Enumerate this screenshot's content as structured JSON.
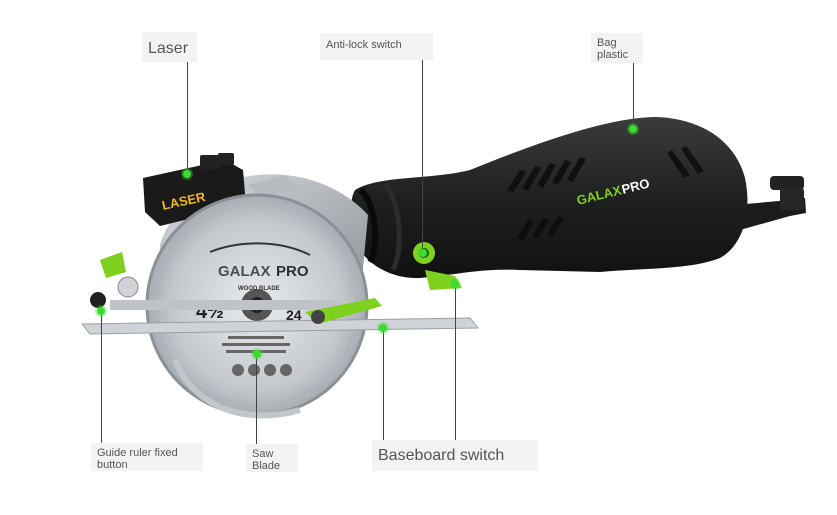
{
  "callouts": {
    "laser": "Laser",
    "anti_lock": "Anti-lock switch",
    "bag": "Bag\nplastic",
    "guide_ruler": "Guide ruler fixed\nbutton",
    "saw_blade": "Saw\nBlade",
    "baseboard": "Baseboard switch"
  },
  "product": {
    "brand_galax": "GALAX",
    "brand_pro": "PRO",
    "laser_text": "LASER",
    "blade_size": "4½",
    "blade_sub": "WOOD BLADE",
    "blade_teeth": "24"
  },
  "colors": {
    "accent_green": "#7fd11f",
    "body_black": "#1e1f1e",
    "metal": "#c9ccd0"
  }
}
